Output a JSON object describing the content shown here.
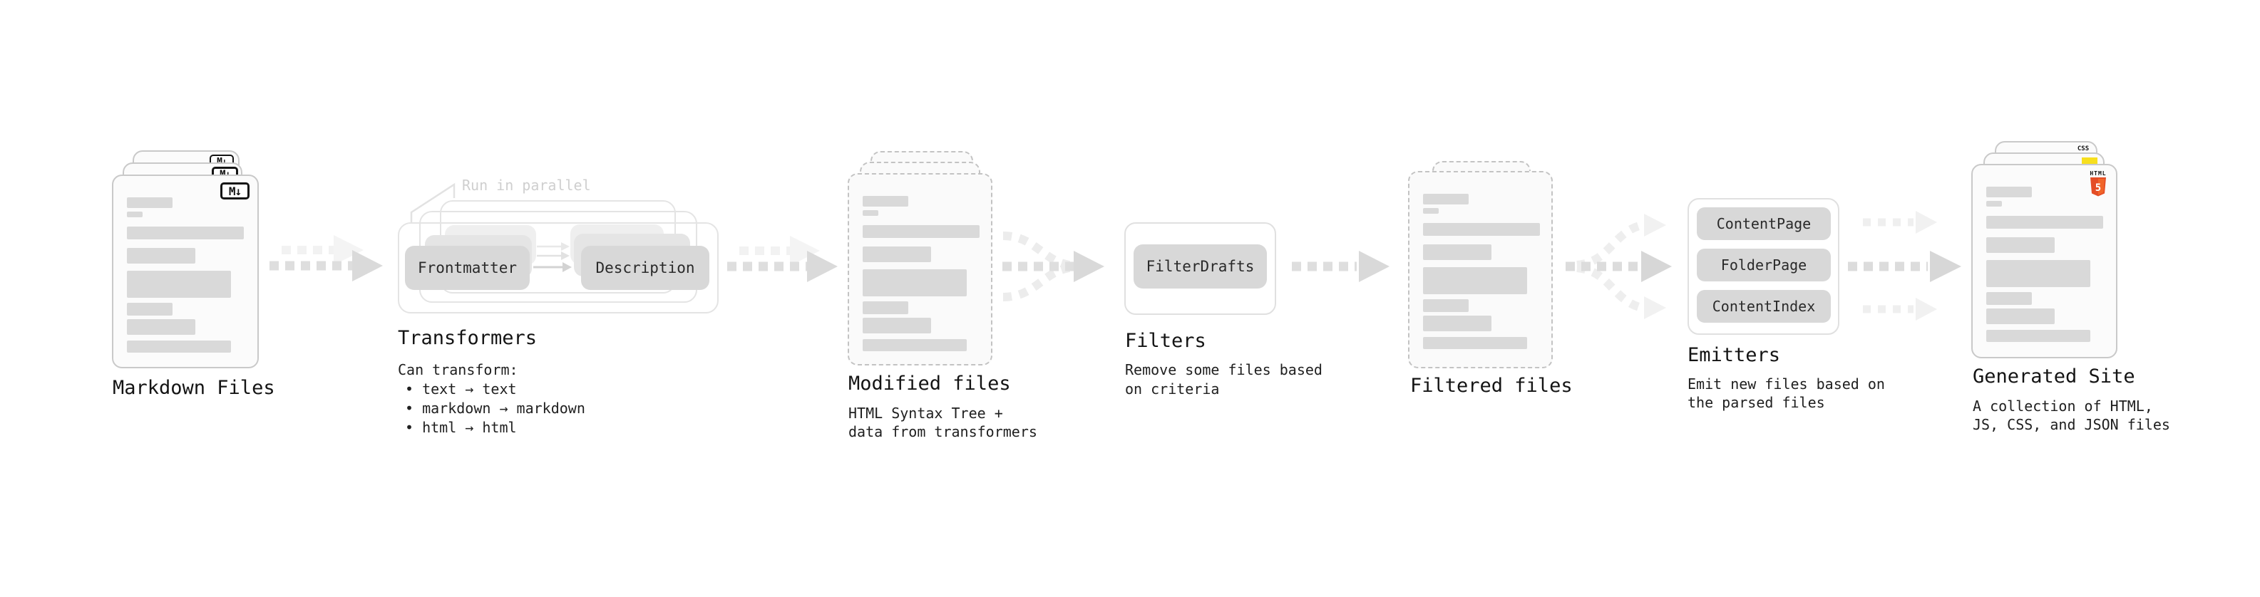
{
  "stages": {
    "markdown_files": {
      "title": "Markdown Files",
      "badge": "M↓"
    },
    "transformers": {
      "title": "Transformers",
      "annotation": "Run in parallel",
      "pills": [
        "Frontmatter",
        "Description"
      ],
      "desc": [
        "Can transform:",
        "• text → text",
        "• markdown → markdown",
        "• html → html"
      ]
    },
    "modified_files": {
      "title": "Modified files",
      "desc": [
        "HTML Syntax Tree +",
        "data from transformers"
      ]
    },
    "filters": {
      "title": "Filters",
      "pills": [
        "FilterDrafts"
      ],
      "desc": [
        "Remove some files based",
        "on criteria"
      ]
    },
    "filtered_files": {
      "title": "Filtered files"
    },
    "emitters": {
      "title": "Emitters",
      "pills": [
        "ContentPage",
        "FolderPage",
        "ContentIndex"
      ],
      "desc": [
        "Emit new files based on",
        "the parsed files"
      ]
    },
    "generated_site": {
      "title": "Generated Site",
      "desc": [
        "A collection of HTML,",
        "JS, CSS, and JSON files"
      ],
      "file_badges": {
        "css": "CSS",
        "html_label": "HTML",
        "html_number": "5"
      }
    }
  },
  "colors": {
    "html5_orange_dark": "#e44d26",
    "html5_orange_light": "#f16529",
    "js_yellow": "#f7df1e",
    "css_blue": "#2965f1",
    "skeleton_gray": "#d9d9d9",
    "pill_gray": "#d8d8d8"
  }
}
